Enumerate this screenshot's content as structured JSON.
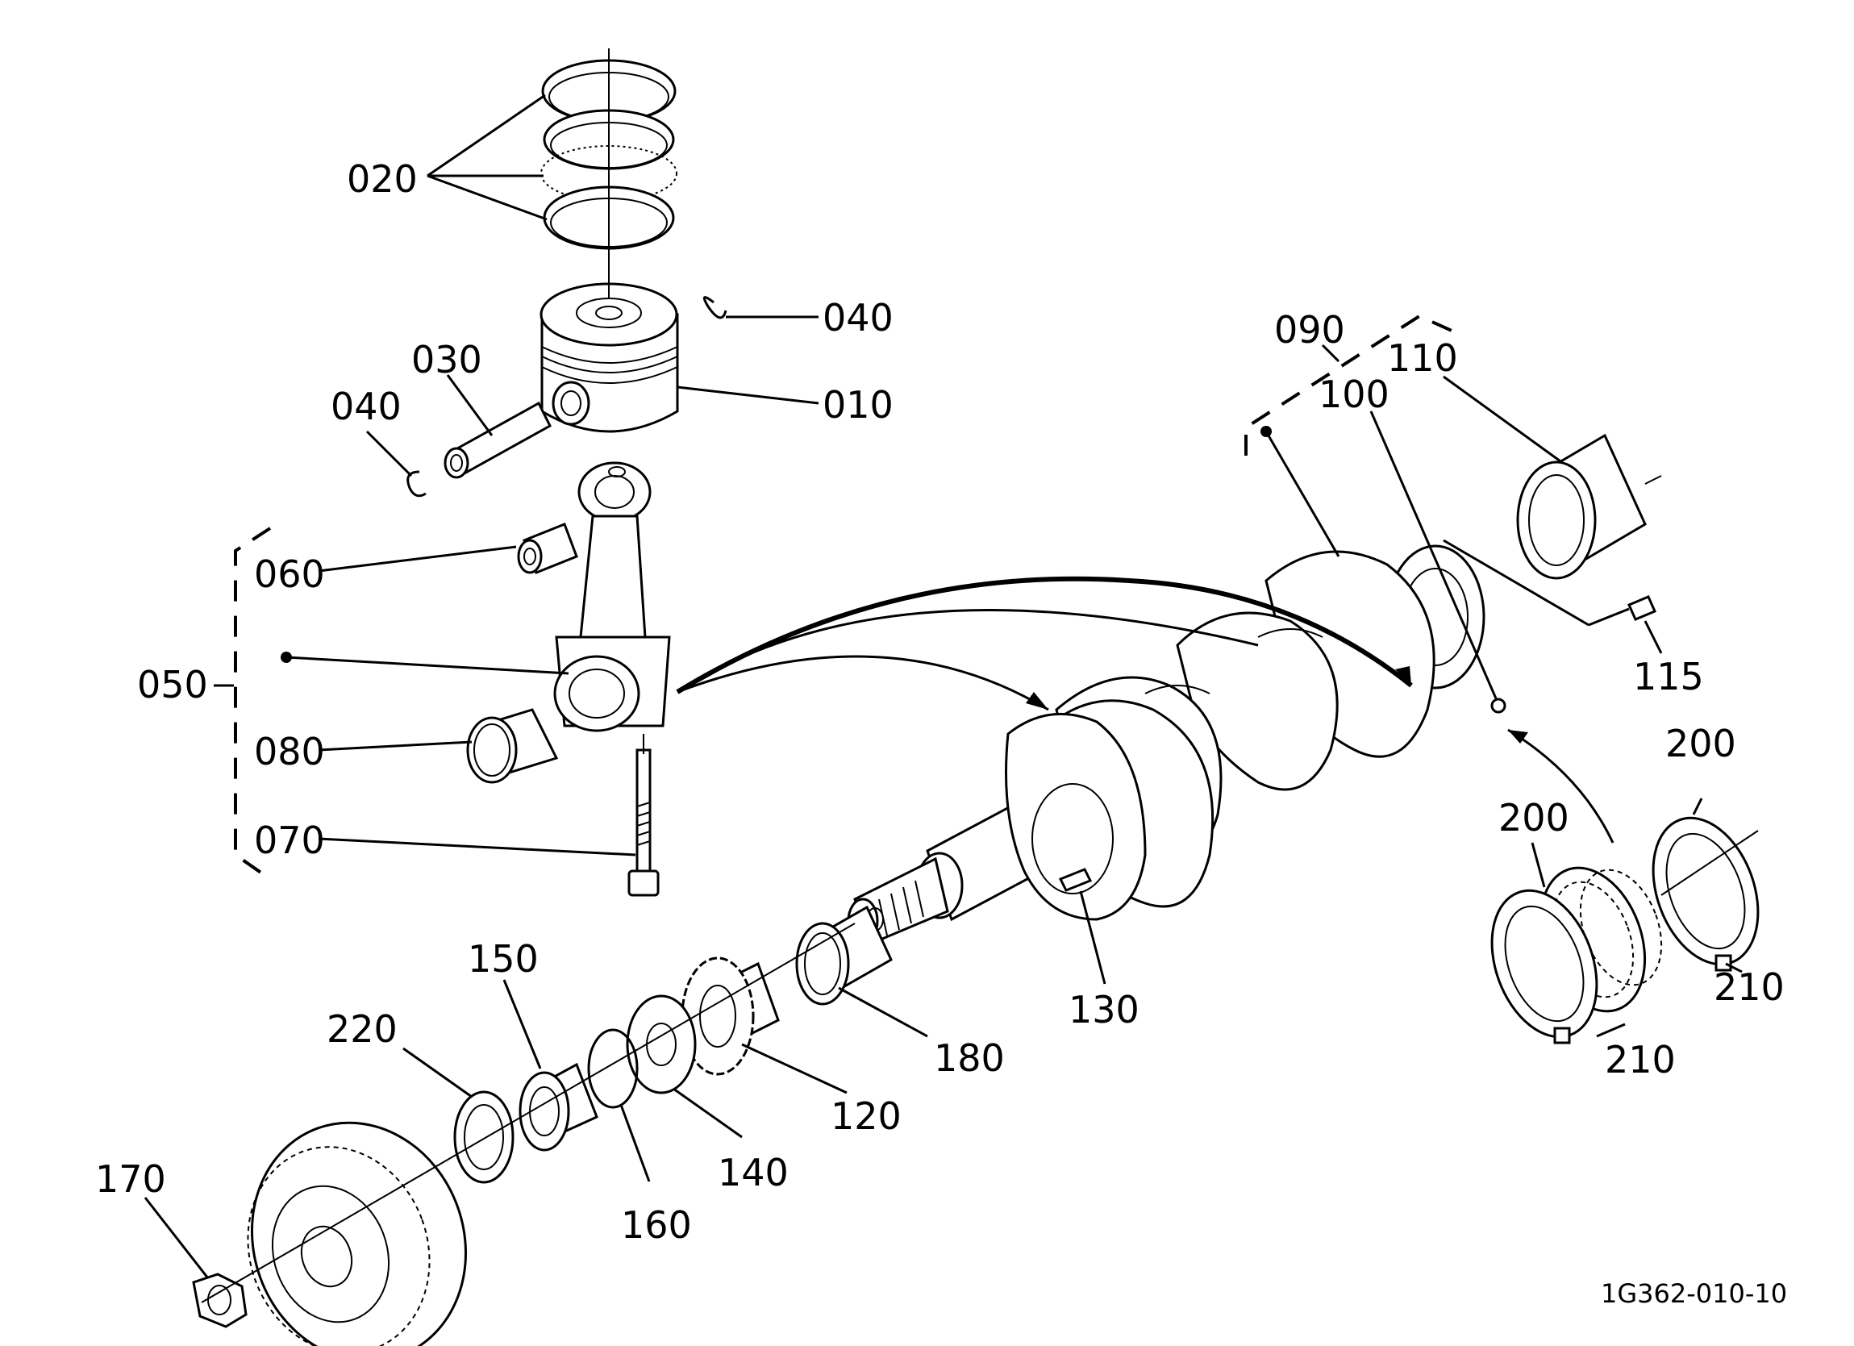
{
  "diagram": {
    "drawing_code": "1G362-010-10",
    "labels": {
      "p020": "020",
      "p040_top": "040",
      "p030": "030",
      "p040_left": "040",
      "p010": "010",
      "p060": "060",
      "p050": "050",
      "p080": "080",
      "p070": "070",
      "p090": "090",
      "p100": "100",
      "p110": "110",
      "p115": "115",
      "p200_right": "200",
      "p200_left": "200",
      "p210_right": "210",
      "p210_left": "210",
      "p130": "130",
      "p150": "150",
      "p220": "220",
      "p180": "180",
      "p120": "120",
      "p140": "140",
      "p160": "160",
      "p170": "170"
    }
  }
}
